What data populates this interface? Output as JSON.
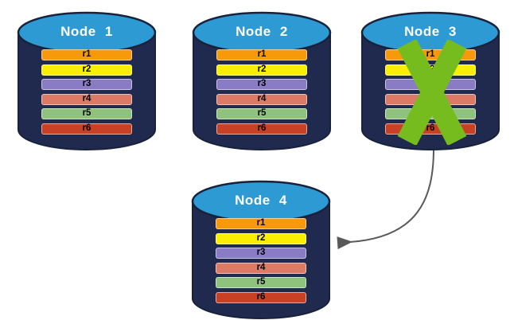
{
  "diagram": {
    "description": "Database replication failover diagram: four database nodes each holding rows r1-r6; Node 3 is crossed out (failed) with an arrow redirecting to Node 4"
  },
  "colors": {
    "cylinder_body": "#1F2A4E",
    "cylinder_top": "#2E9AD3",
    "cylinder_outline": "#18223C",
    "node_title_text": "#FFFFFF",
    "row_text": "#000000",
    "x_mark": "#77BC1F",
    "arrow": "#595959"
  },
  "nodes": [
    {
      "title": "Node 1",
      "status": "active",
      "rows": [
        {
          "label": "r1",
          "color": "#F8980B"
        },
        {
          "label": "r2",
          "color": "#FAEF00"
        },
        {
          "label": "r3",
          "color": "#8A7CC4"
        },
        {
          "label": "r4",
          "color": "#DC7A66"
        },
        {
          "label": "r5",
          "color": "#8FC37D"
        },
        {
          "label": "r6",
          "color": "#C84124"
        }
      ]
    },
    {
      "title": "Node 2",
      "status": "active",
      "rows": [
        {
          "label": "r1",
          "color": "#F8980B"
        },
        {
          "label": "r2",
          "color": "#FAEF00"
        },
        {
          "label": "r3",
          "color": "#8A7CC4"
        },
        {
          "label": "r4",
          "color": "#DC7A66"
        },
        {
          "label": "r5",
          "color": "#8FC37D"
        },
        {
          "label": "r6",
          "color": "#C84124"
        }
      ]
    },
    {
      "title": "Node 3",
      "status": "failed",
      "rows": [
        {
          "label": "r1",
          "color": "#F8980B"
        },
        {
          "label": "r2",
          "color": "#FAEF00"
        },
        {
          "label": "r3",
          "color": "#8A7CC4"
        },
        {
          "label": "r4",
          "color": "#DC7A66"
        },
        {
          "label": "r5",
          "color": "#8FC37D"
        },
        {
          "label": "r6",
          "color": "#C84124"
        }
      ]
    },
    {
      "title": "Node 4",
      "status": "active",
      "rows": [
        {
          "label": "r1",
          "color": "#F8980B"
        },
        {
          "label": "r2",
          "color": "#FAEF00"
        },
        {
          "label": "r3",
          "color": "#8A7CC4"
        },
        {
          "label": "r4",
          "color": "#DC7A66"
        },
        {
          "label": "r5",
          "color": "#8FC37D"
        },
        {
          "label": "r6",
          "color": "#C84124"
        }
      ]
    }
  ],
  "failover_arrow": {
    "from": "Node 3",
    "to": "Node 4"
  }
}
